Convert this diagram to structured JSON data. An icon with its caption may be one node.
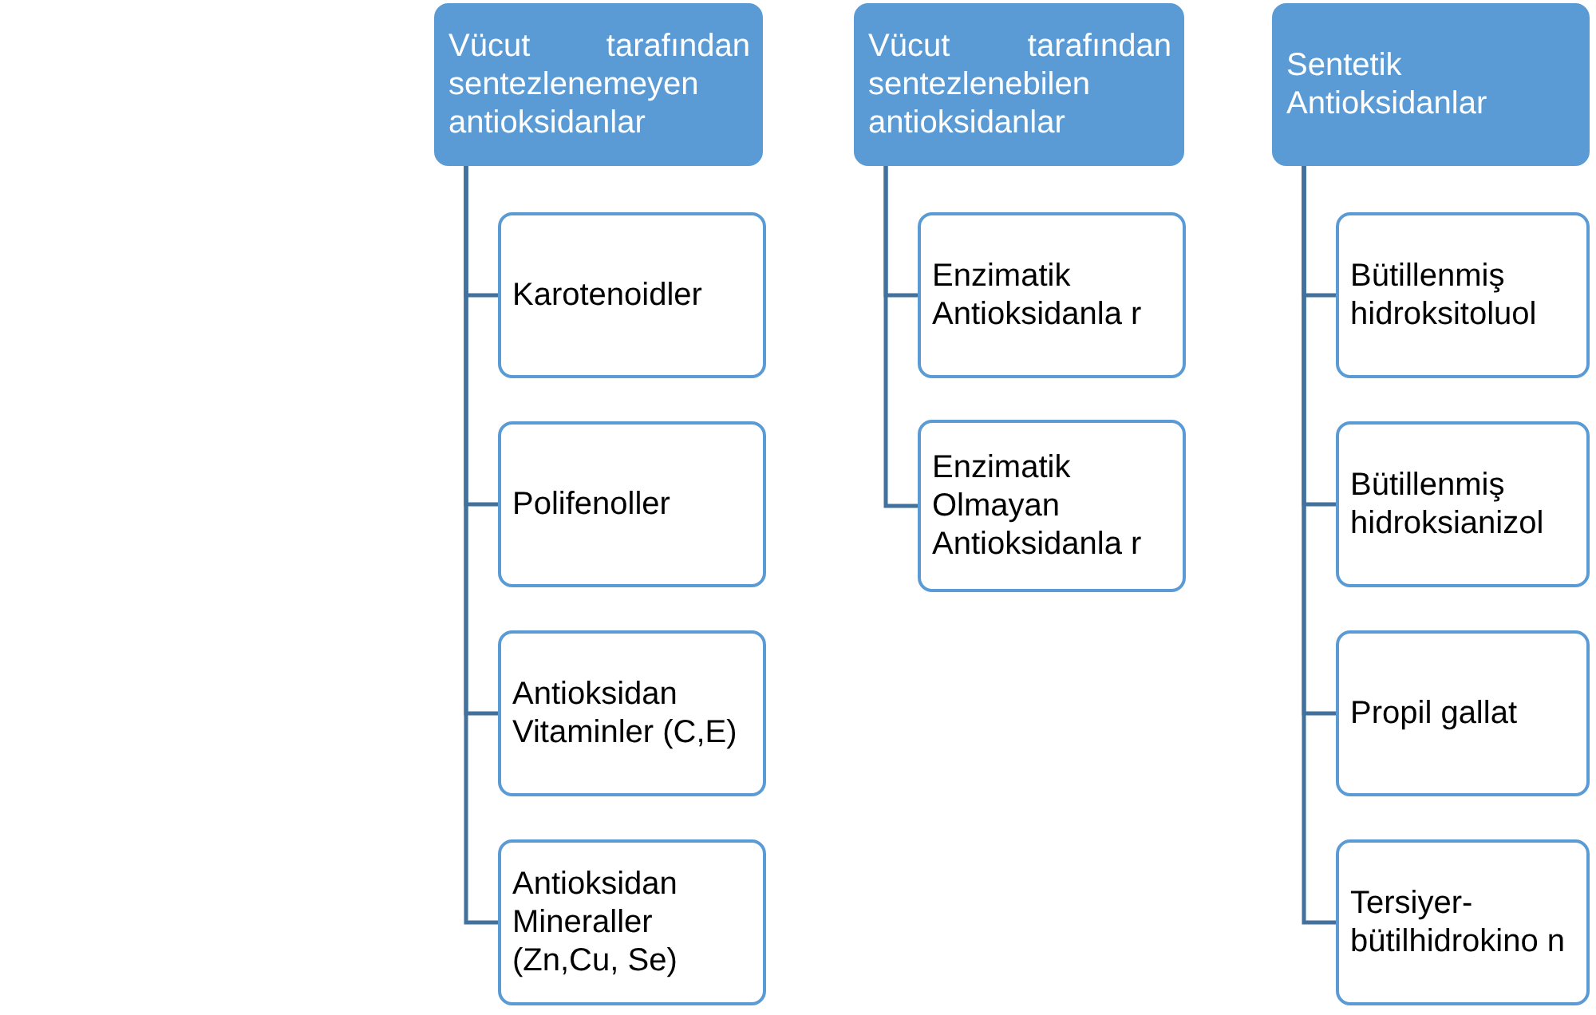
{
  "diagram": {
    "nodes": [
      {
        "text": [
          "Vücut tarafından sentezlenemeyen antioksidanlar"
        ]
      },
      {
        "text": [
          "Karotenoidler"
        ]
      },
      {
        "text": [
          "Polifenoller"
        ]
      },
      {
        "text": [
          "Antioksidan Vitaminler (C,E)"
        ]
      },
      {
        "text": [
          "Antioksidan Mineraller (Zn,Cu, Se)"
        ]
      },
      {
        "text": [
          "Vücut tarafından sentezlenebilen antioksidanlar"
        ]
      },
      {
        "text": [
          "Enzimatik Antioksidanla r"
        ]
      },
      {
        "text": [
          "Enzimatik Olmayan Antioksidanla r"
        ]
      },
      {
        "text": [
          "Sentetik Antioksidanlar"
        ]
      },
      {
        "text": [
          "Bütillenmiş hidroksitoluol"
        ]
      },
      {
        "text": [
          "Bütillenmiş hidroksianizol"
        ]
      },
      {
        "text": [
          "Propil gallat"
        ]
      },
      {
        "text": [
          "Tersiyer- bütilhidrokino n"
        ]
      }
    ],
    "edges": [
      {
        "from": 0,
        "to": 1,
        "arrow": "none"
      },
      {
        "from": 0,
        "to": 2,
        "arrow": "none"
      },
      {
        "from": 0,
        "to": 3,
        "arrow": "none"
      },
      {
        "from": 0,
        "to": 4,
        "arrow": "none"
      },
      {
        "from": 5,
        "to": 6,
        "arrow": "none"
      },
      {
        "from": 5,
        "to": 7,
        "arrow": "none"
      },
      {
        "from": 8,
        "to": 9,
        "arrow": "none"
      },
      {
        "from": 8,
        "to": 10,
        "arrow": "none"
      },
      {
        "from": 8,
        "to": 11,
        "arrow": "none"
      },
      {
        "from": 8,
        "to": 12,
        "arrow": "none"
      }
    ]
  }
}
